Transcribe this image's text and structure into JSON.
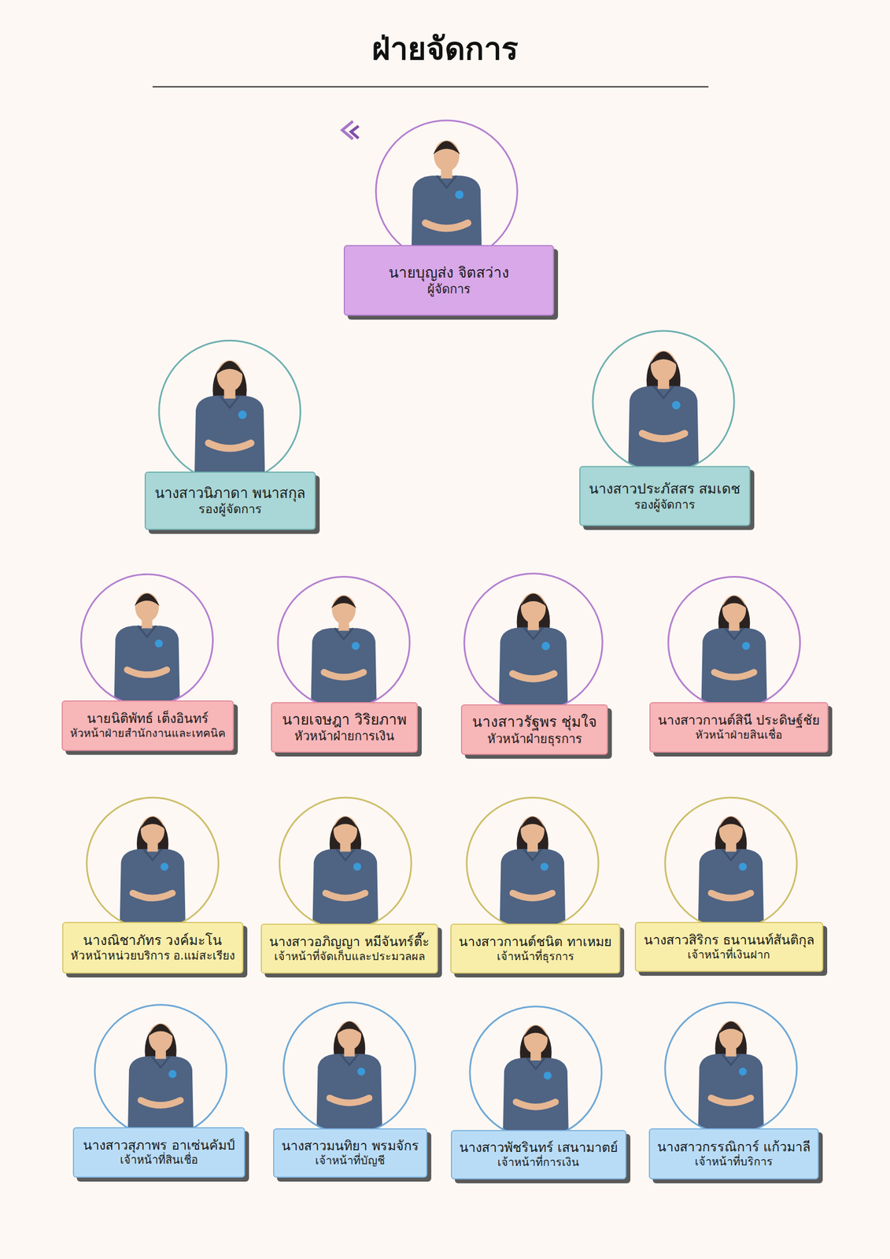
{
  "diagram": {
    "title": "ฝ่ายจัดการ",
    "nodes": [
      {
        "text": [
          "นายบุญส่ง จิตสว่าง",
          "ผู้จัดการ"
        ]
      },
      {
        "text": [
          "นางสาวนิภาดา พนาสกุล",
          "รองผู้จัดการ"
        ]
      },
      {
        "text": [
          "นางสาวประภัสสร สมเดช",
          "รองผู้จัดการ"
        ]
      },
      {
        "text": [
          "นายนิติพัทธ์ เต็งอินทร์",
          "หัวหน้าฝ่ายสำนักงานและเทคนิค"
        ]
      },
      {
        "text": [
          "นายเจษฎา วิริยภาพ",
          "หัวหน้าฝ่ายการเงิน"
        ]
      },
      {
        "text": [
          "นางสาวรัฐพร ชุ่มใจ",
          "หัวหน้าฝ่ายธุรการ"
        ]
      },
      {
        "text": [
          "นางสาวกานต์สินี ประดิษฐ์ชัย",
          "หัวหน้าฝ่ายสินเชื่อ"
        ]
      },
      {
        "text": [
          "นางณิชาภัทร วงค์มะโน",
          "หัวหน้าหน่วยบริการ อ.แม่สะเรียง"
        ]
      },
      {
        "text": [
          "นางสาวอภิญญา หมีจันทร์ตี๊ะ",
          "เจ้าหน้าที่จัดเก็บและประมวลผล"
        ]
      },
      {
        "text": [
          "นางสาวกานต์ชนิต ทาเหมย",
          "เจ้าหน้าที่ธุรการ"
        ]
      },
      {
        "text": [
          "นางสาวสิริกร ธนานนท์สันติกุล",
          "เจ้าหน้าที่เงินฝาก"
        ]
      },
      {
        "text": [
          "นางสาวสุภาพร อาเซ่นคัมป์",
          "เจ้าหน้าที่สินเชื่อ"
        ]
      },
      {
        "text": [
          "นางสาวมนทิยา พรมจักร",
          "เจ้าหน้าที่บัญชี"
        ]
      },
      {
        "text": [
          "นางสาวพัชรินทร์ เสนามาตย์",
          "เจ้าหน้าที่การเงิน"
        ]
      },
      {
        "text": [
          "นางสาวกรรณิการ์ แก้วมาลี",
          "เจ้าหน้าที่บริการ"
        ]
      }
    ]
  }
}
